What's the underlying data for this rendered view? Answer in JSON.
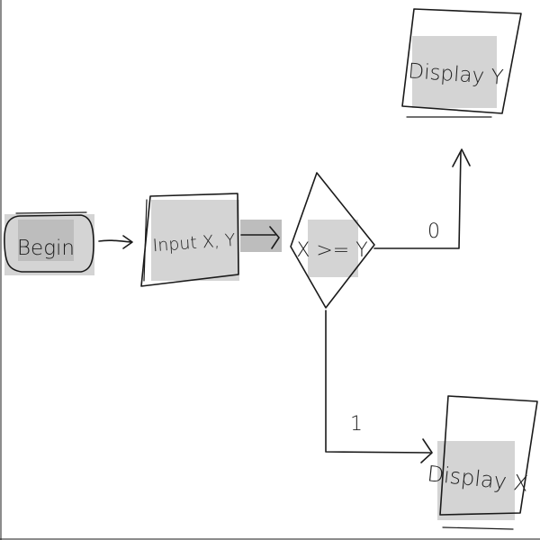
{
  "nodes": {
    "begin": {
      "label": "Begin",
      "shape": "terminator"
    },
    "input": {
      "label": "Input X, Y",
      "shape": "parallelogram"
    },
    "decision": {
      "label": "X >= Y",
      "shape": "diamond"
    },
    "display_y": {
      "label": "Display Y",
      "shape": "parallelogram"
    },
    "display_x": {
      "label": "Display X",
      "shape": "parallelogram"
    }
  },
  "edges": {
    "begin_to_input": {
      "from": "begin",
      "to": "input",
      "label": ""
    },
    "input_to_decision": {
      "from": "input",
      "to": "decision",
      "label": ""
    },
    "decision_to_display_y": {
      "from": "decision",
      "to": "display_y",
      "label": "0"
    },
    "decision_to_display_x": {
      "from": "decision",
      "to": "display_x",
      "label": "1"
    }
  },
  "colors": {
    "ink": "#1a1a1a",
    "highlight": "#d4d4d4",
    "background": "#ffffff"
  }
}
